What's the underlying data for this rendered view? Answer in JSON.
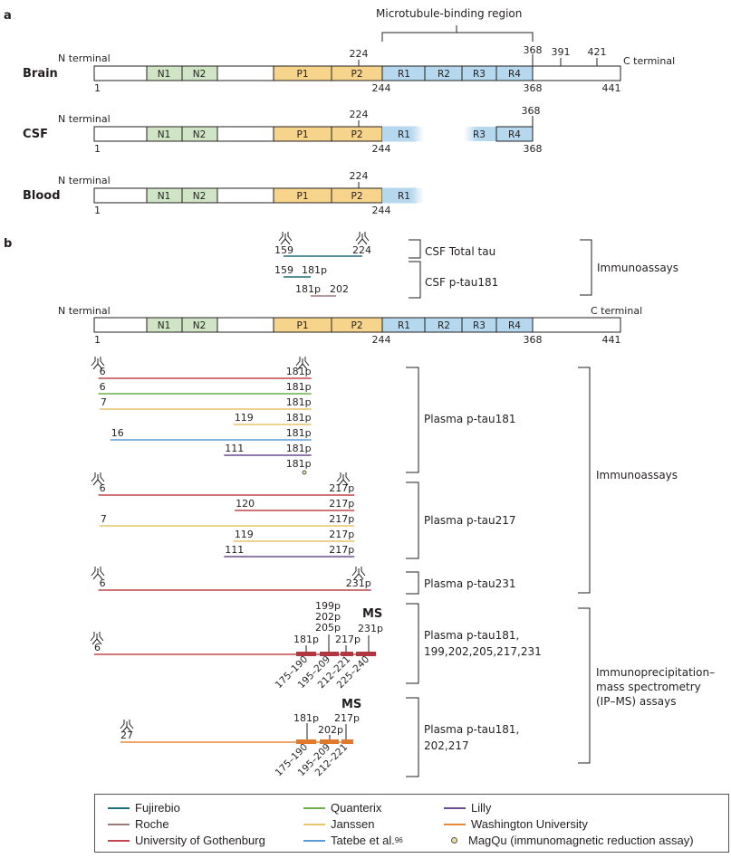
{
  "panel_labels": {
    "a": "a",
    "b": "b"
  },
  "colors": {
    "domain_n": "#cfe5c6",
    "domain_p": "#f7d48b",
    "domain_r": "#b6d8ee",
    "outline": "#231f20",
    "fujirebio": "#1f6f78",
    "roche": "#9a7b7b",
    "gothenburg": "#c0474f",
    "quanterix": "#6ab04c",
    "janssen": "#e9c46a",
    "tatebe": "#5b9bd5",
    "lilly": "#6a4c93",
    "washu": "#e8883a",
    "magqu": "#e8e4a0"
  },
  "panel_a": {
    "microtubule_label": "Microtubule-binding region",
    "n_terminal": "N terminal",
    "c_terminal": "C terminal",
    "domains": [
      "N1",
      "N2",
      "P1",
      "P2",
      "R1",
      "R2",
      "R3",
      "R4"
    ],
    "rows": [
      {
        "name": "Brain",
        "top_marks": [
          "224",
          "368",
          "391",
          "421"
        ],
        "bottom_marks": [
          "1",
          "244",
          "368",
          "441"
        ]
      },
      {
        "name": "CSF",
        "top_marks": [
          "224",
          "368"
        ],
        "bottom_marks": [
          "1",
          "244",
          "368"
        ]
      },
      {
        "name": "Blood",
        "top_marks": [
          "224"
        ],
        "bottom_marks": [
          "1",
          "244"
        ]
      }
    ]
  },
  "panel_b": {
    "csf_assays": [
      {
        "from": "159",
        "to": "224",
        "vendor": "fujirebio"
      },
      {
        "from": "159",
        "to": "181p",
        "vendor": "fujirebio"
      },
      {
        "from": "181p",
        "to": "202",
        "vendor": "roche"
      }
    ],
    "csf_groups": [
      "CSF Total tau",
      "CSF p-tau181"
    ],
    "immunoassays_label": "Immunoassays",
    "n_terminal": "N terminal",
    "c_terminal": "C terminal",
    "axis_marks": [
      "1",
      "244",
      "368",
      "441"
    ],
    "ptau181_assays": [
      {
        "from": "6",
        "to": "181p",
        "vendor": "gothenburg"
      },
      {
        "from": "6",
        "to": "181p",
        "vendor": "quanterix"
      },
      {
        "from": "7",
        "to": "181p",
        "vendor": "janssen"
      },
      {
        "from": "119",
        "to": "181p",
        "vendor": "janssen"
      },
      {
        "from": "16",
        "to": "181p",
        "vendor": "tatebe"
      },
      {
        "from": "111",
        "to": "181p",
        "vendor": "lilly"
      },
      {
        "from": "",
        "to": "181p",
        "vendor": "magqu"
      }
    ],
    "ptau217_assays": [
      {
        "from": "6",
        "to": "217p",
        "vendor": "gothenburg"
      },
      {
        "from": "120",
        "to": "217p",
        "vendor": "gothenburg"
      },
      {
        "from": "7",
        "to": "217p",
        "vendor": "janssen"
      },
      {
        "from": "119",
        "to": "217p",
        "vendor": "janssen"
      },
      {
        "from": "111",
        "to": "217p",
        "vendor": "lilly"
      }
    ],
    "ptau231_assays": [
      {
        "from": "6",
        "to": "231p",
        "vendor": "gothenburg"
      }
    ],
    "groups": {
      "p181": "Plasma p-tau181",
      "p217": "Plasma p-tau217",
      "p231": "Plasma p-tau231",
      "ms1_line1": "Plasma p-tau181,",
      "ms1_line2": "199,202,205,217,231",
      "ms2_line1": "Plasma p-tau181,",
      "ms2_line2": "202,217",
      "ipms_line1": "Immunoprecipitation–",
      "ipms_line2": "mass spectrometry",
      "ipms_line3": "(IP–MS) assays"
    },
    "ms1": {
      "from": "6",
      "ms_label": "MS",
      "site_labels": [
        "181p",
        "199p",
        "202p",
        "205p",
        "217p",
        "231p"
      ],
      "fragments": [
        "175–190",
        "195–209",
        "212–221",
        "225–240"
      ]
    },
    "ms2": {
      "from": "27",
      "ms_label": "MS",
      "site_labels": [
        "181p",
        "202p",
        "217p"
      ],
      "fragments": [
        "175–190",
        "195–209",
        "212–221"
      ]
    }
  },
  "legend": {
    "items": [
      {
        "label": "Fujirebio",
        "key": "fujirebio"
      },
      {
        "label": "Roche",
        "key": "roche"
      },
      {
        "label": "University of Gothenburg",
        "key": "gothenburg"
      },
      {
        "label": "Quanterix",
        "key": "quanterix"
      },
      {
        "label": "Janssen",
        "key": "janssen"
      },
      {
        "label": "Tatebe et al.",
        "key": "tatebe",
        "sup": "96"
      },
      {
        "label": "Lilly",
        "key": "lilly"
      },
      {
        "label": "Washington University",
        "key": "washu"
      },
      {
        "label": "MagQu (immunomagnetic reduction assay)",
        "key": "magqu"
      }
    ]
  }
}
